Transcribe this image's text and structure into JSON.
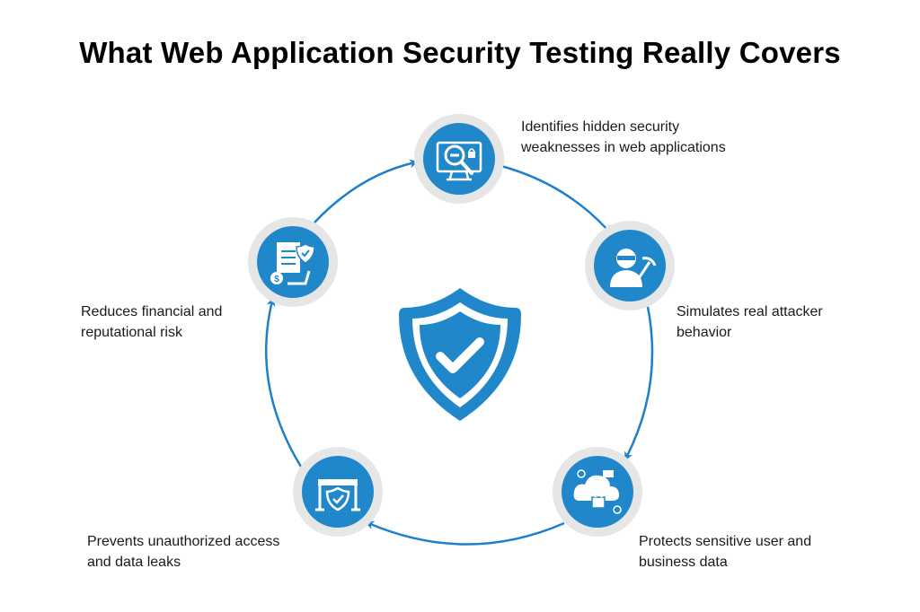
{
  "title": "What Web Application Security Testing Really Covers",
  "accent_color": "#2088CA",
  "ring_color": "#E6E6E6",
  "center_icon": "shield-check-icon",
  "steps": [
    {
      "icon": "monitor-magnifier-lock-icon",
      "line1": "Identifies hidden security",
      "line2": "weaknesses in web applications"
    },
    {
      "icon": "hacker-icon",
      "line1": "Simulates real attacker",
      "line2": "behavior"
    },
    {
      "icon": "cloud-lock-icon",
      "line1": "Protects sensitive user and",
      "line2": "business data"
    },
    {
      "icon": "barrier-shield-icon",
      "line1": "Prevents unauthorized access",
      "line2": "and data leaks"
    },
    {
      "icon": "document-shield-dollar-icon",
      "line1": "Reduces financial and",
      "line2": "reputational risk"
    }
  ]
}
